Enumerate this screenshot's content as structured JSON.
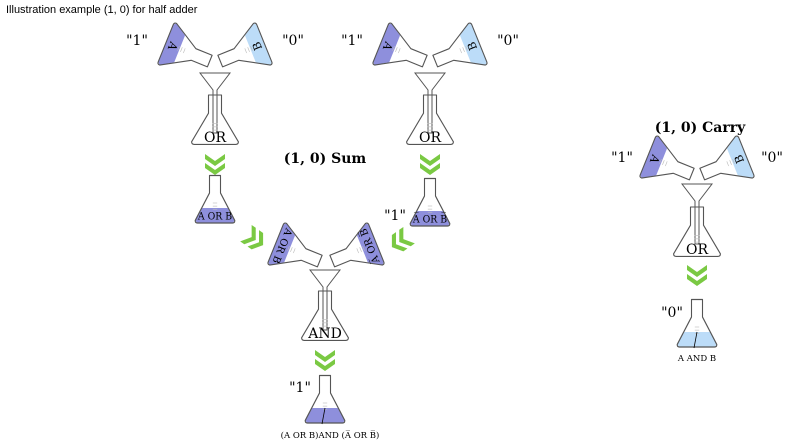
{
  "title": "Illustration example (1, 0) for half adder",
  "colors": {
    "input_one": "#8e8fdc",
    "input_zero": "#bcdcf8",
    "arrow": "#7ac943",
    "outline": "#555555"
  },
  "sum": {
    "title": "(1, 0) Sum",
    "left_group": {
      "a_value": "\"1\"",
      "a_label": "A",
      "b_value": "\"0\"",
      "b_label": "B",
      "gate": "OR",
      "result_label": "A OR B"
    },
    "right_group": {
      "a_value": "\"1\"",
      "a_label": "A",
      "b_value": "\"0\"",
      "b_label": "B",
      "gate": "OR",
      "result_value": "\"1\"",
      "result_label": "A̅ OR B̅"
    },
    "final": {
      "left_label": "A OR B",
      "right_label": "A̅ OR B̅",
      "gate": "AND",
      "result_value": "\"1\"",
      "result_label": "(A OR B)AND (A̅ OR B̅)"
    }
  },
  "carry": {
    "title": "(1, 0) Carry",
    "a_value": "\"1\"",
    "a_label": "A",
    "b_value": "\"0\"",
    "b_label": "B",
    "gate": "OR",
    "result_value": "\"0\"",
    "result_label": "A AND B"
  }
}
